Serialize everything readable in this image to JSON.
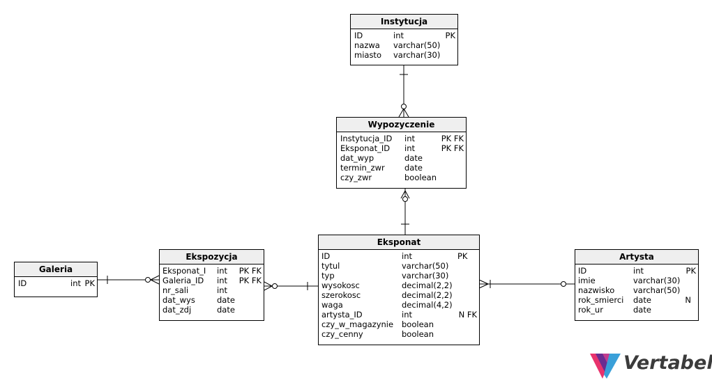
{
  "entities": {
    "instytucja": {
      "title": "Instytucja",
      "rows": [
        {
          "name": "ID",
          "type": "int",
          "key": "PK"
        },
        {
          "name": "nazwa",
          "type": "varchar(50)",
          "key": ""
        },
        {
          "name": "miasto",
          "type": "varchar(30)",
          "key": ""
        }
      ]
    },
    "wypozyczenie": {
      "title": "Wypozyczenie",
      "rows": [
        {
          "name": "Instytucja_ID",
          "type": "int",
          "key": "PK FK"
        },
        {
          "name": "Eksponat_ID",
          "type": "int",
          "key": "PK FK"
        },
        {
          "name": "dat_wyp",
          "type": "date",
          "key": ""
        },
        {
          "name": "termin_zwr",
          "type": "date",
          "key": ""
        },
        {
          "name": "czy_zwr",
          "type": "boolean",
          "key": ""
        }
      ]
    },
    "galeria": {
      "title": "Galeria",
      "rows": [
        {
          "name": "ID",
          "type": "int",
          "key": "PK"
        }
      ]
    },
    "ekspozycja": {
      "title": "Ekspozycja",
      "rows": [
        {
          "name": "Eksponat_I",
          "type": "int",
          "key": "PK FK"
        },
        {
          "name": "Galeria_ID",
          "type": "int",
          "key": "PK FK"
        },
        {
          "name": "nr_sali",
          "type": "int",
          "key": ""
        },
        {
          "name": "dat_wys",
          "type": "date",
          "key": ""
        },
        {
          "name": "dat_zdj",
          "type": "date",
          "key": ""
        }
      ]
    },
    "eksponat": {
      "title": "Eksponat",
      "rows": [
        {
          "name": "ID",
          "type": "int",
          "key": "PK"
        },
        {
          "name": "tytul",
          "type": "varchar(50)",
          "key": ""
        },
        {
          "name": "typ",
          "type": "varchar(30)",
          "key": ""
        },
        {
          "name": "wysokosc",
          "type": "decimal(2,2)",
          "key": ""
        },
        {
          "name": "szerokosc",
          "type": "decimal(2,2)",
          "key": ""
        },
        {
          "name": "waga",
          "type": "decimal(4,2)",
          "key": ""
        },
        {
          "name": "artysta_ID",
          "type": "int",
          "key": "N FK"
        },
        {
          "name": "czy_w_magazynie",
          "type": "boolean",
          "key": ""
        },
        {
          "name": "czy_cenny",
          "type": "boolean",
          "key": ""
        }
      ]
    },
    "artysta": {
      "title": "Artysta",
      "rows": [
        {
          "name": "ID",
          "type": "int",
          "key": "PK"
        },
        {
          "name": "imie",
          "type": "varchar(30)",
          "key": ""
        },
        {
          "name": "nazwisko",
          "type": "varchar(50)",
          "key": ""
        },
        {
          "name": "rok_smierci",
          "type": "date",
          "key": "N"
        },
        {
          "name": "rok_ur",
          "type": "date",
          "key": ""
        }
      ]
    }
  },
  "brand": {
    "name": "Vertabelo",
    "colors": [
      "#e8336d",
      "#6a2c91",
      "#3aa0d9",
      "#2a2a2a"
    ]
  }
}
